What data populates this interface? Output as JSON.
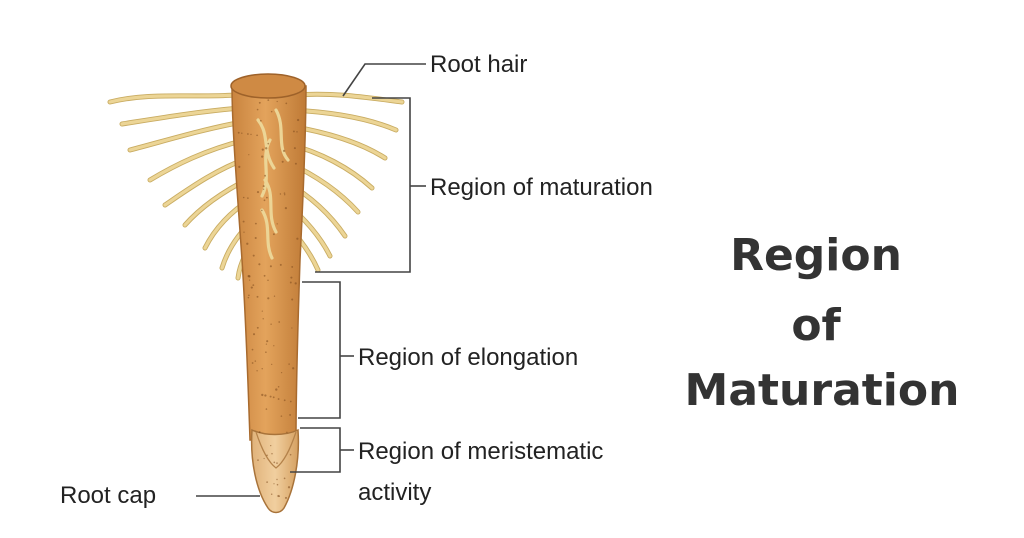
{
  "labels": {
    "root_hair": "Root hair",
    "maturation": "Region of maturation",
    "elongation": "Region of elongation",
    "meristem_line1": "Region of meristematic",
    "meristem_line2": "activity",
    "root_cap": "Root cap"
  },
  "heading": {
    "line1": "Region",
    "line2": "of",
    "line3": "Maturation"
  },
  "colors": {
    "root_body": "#d9964e",
    "root_shadow": "#b97838",
    "root_hair": "#ecd596",
    "text": "#222222",
    "heading": "#333333"
  }
}
